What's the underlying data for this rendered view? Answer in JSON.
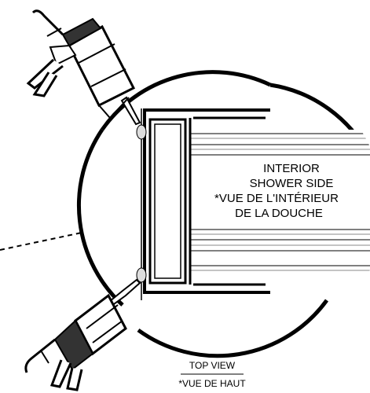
{
  "interior_label": {
    "line1": "INTERIOR",
    "line2": "SHOWER SIDE",
    "line3": "*VUE DE L'INTÉRIEUR",
    "line4": "DE LA DOUCHE"
  },
  "view_label": {
    "line1": "TOP VIEW",
    "line2": "*VUE DE HAUT"
  }
}
